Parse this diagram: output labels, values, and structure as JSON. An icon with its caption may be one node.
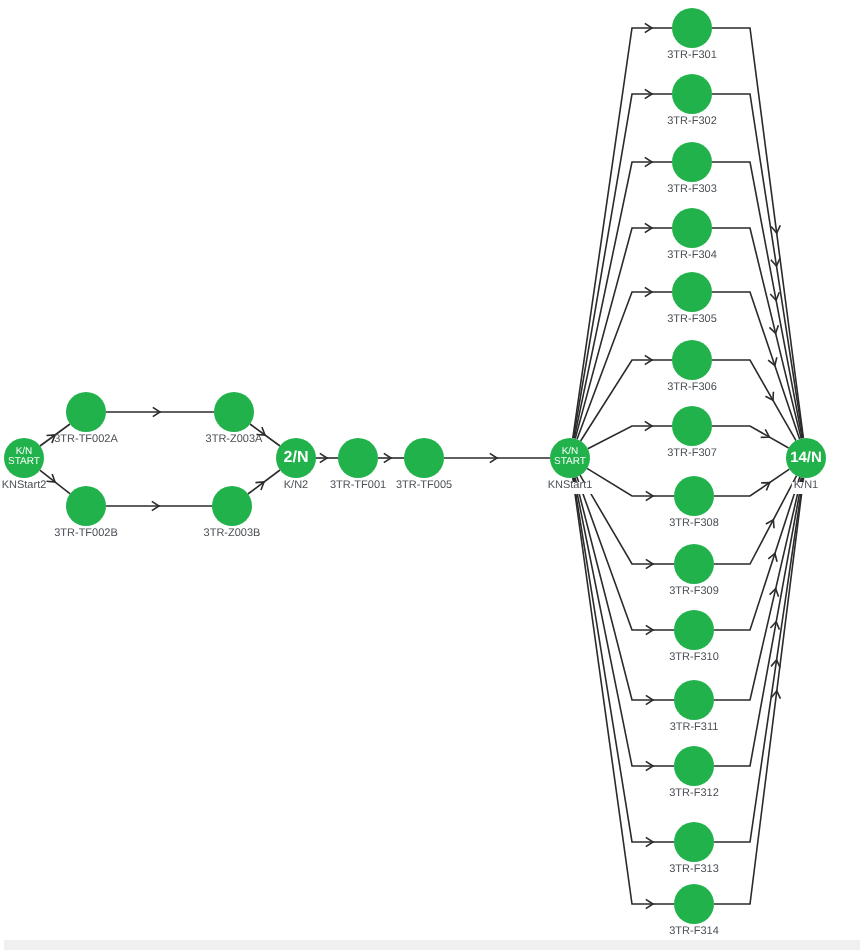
{
  "diagram": {
    "nodes": [
      {
        "text": [
          "K/N START"
        ],
        "beside": [
          "KNStart2"
        ]
      },
      {
        "text": [],
        "shape": "circle",
        "beside": [
          "3TR-TF002A"
        ]
      },
      {
        "text": [],
        "shape": "circle",
        "beside": [
          "3TR-TF002B"
        ]
      },
      {
        "text": [],
        "shape": "circle",
        "beside": [
          "3TR-Z003A"
        ]
      },
      {
        "text": [],
        "shape": "circle",
        "beside": [
          "3TR-Z003B"
        ]
      },
      {
        "text": [
          "2/N"
        ],
        "beside": [
          "K/N2"
        ]
      },
      {
        "text": [],
        "shape": "circle",
        "beside": [
          "3TR-TF001"
        ]
      },
      {
        "text": [],
        "shape": "circle",
        "beside": [
          "3TR-TF005"
        ]
      },
      {
        "text": [
          "K/N START"
        ],
        "beside": [
          "KNStart1"
        ]
      },
      {
        "text": [],
        "shape": "circle",
        "beside": [
          "3TR-F301"
        ]
      },
      {
        "text": [],
        "shape": "circle",
        "beside": [
          "3TR-F302"
        ]
      },
      {
        "text": [],
        "shape": "circle",
        "beside": [
          "3TR-F303"
        ]
      },
      {
        "text": [],
        "shape": "circle",
        "beside": [
          "3TR-F304"
        ]
      },
      {
        "text": [],
        "shape": "circle",
        "beside": [
          "3TR-F305"
        ]
      },
      {
        "text": [],
        "shape": "circle",
        "beside": [
          "3TR-F306"
        ]
      },
      {
        "text": [],
        "shape": "circle",
        "beside": [
          "3TR-F307"
        ]
      },
      {
        "text": [],
        "shape": "circle",
        "beside": [
          "3TR-F308"
        ]
      },
      {
        "text": [],
        "shape": "circle",
        "beside": [
          "3TR-F309"
        ]
      },
      {
        "text": [],
        "shape": "circle",
        "beside": [
          "3TR-F310"
        ]
      },
      {
        "text": [],
        "shape": "circle",
        "beside": [
          "3TR-F311"
        ]
      },
      {
        "text": [],
        "shape": "circle",
        "beside": [
          "3TR-F312"
        ]
      },
      {
        "text": [],
        "shape": "circle",
        "beside": [
          "3TR-F313"
        ]
      },
      {
        "text": [],
        "shape": "circle",
        "beside": [
          "3TR-F314"
        ]
      },
      {
        "text": [
          "14/N"
        ],
        "beside": [
          "K/N1"
        ]
      }
    ],
    "edges": [
      {
        "from": 0,
        "to": 1,
        "arrow": "to"
      },
      {
        "from": 0,
        "to": 2,
        "arrow": "to"
      },
      {
        "from": 1,
        "to": 3,
        "arrow": "to"
      },
      {
        "from": 2,
        "to": 4,
        "arrow": "to"
      },
      {
        "from": 3,
        "to": 5,
        "arrow": "to"
      },
      {
        "from": 4,
        "to": 5,
        "arrow": "to"
      },
      {
        "from": 5,
        "to": 6,
        "arrow": "to"
      },
      {
        "from": 6,
        "to": 7,
        "arrow": "to"
      },
      {
        "from": 7,
        "to": 8,
        "arrow": "to"
      },
      {
        "from": 8,
        "to": 9,
        "arrow": "to"
      },
      {
        "from": 8,
        "to": 10,
        "arrow": "to"
      },
      {
        "from": 8,
        "to": 11,
        "arrow": "to"
      },
      {
        "from": 8,
        "to": 12,
        "arrow": "to"
      },
      {
        "from": 8,
        "to": 13,
        "arrow": "to"
      },
      {
        "from": 8,
        "to": 14,
        "arrow": "to"
      },
      {
        "from": 8,
        "to": 15,
        "arrow": "to"
      },
      {
        "from": 8,
        "to": 16,
        "arrow": "to"
      },
      {
        "from": 8,
        "to": 17,
        "arrow": "to"
      },
      {
        "from": 8,
        "to": 18,
        "arrow": "to"
      },
      {
        "from": 8,
        "to": 19,
        "arrow": "to"
      },
      {
        "from": 8,
        "to": 20,
        "arrow": "to"
      },
      {
        "from": 8,
        "to": 21,
        "arrow": "to"
      },
      {
        "from": 8,
        "to": 22,
        "arrow": "to"
      },
      {
        "from": 9,
        "to": 23,
        "arrow": "to"
      },
      {
        "from": 10,
        "to": 23,
        "arrow": "to"
      },
      {
        "from": 11,
        "to": 23,
        "arrow": "to"
      },
      {
        "from": 12,
        "to": 23,
        "arrow": "to"
      },
      {
        "from": 13,
        "to": 23,
        "arrow": "to"
      },
      {
        "from": 14,
        "to": 23,
        "arrow": "to"
      },
      {
        "from": 15,
        "to": 23,
        "arrow": "to"
      },
      {
        "from": 16,
        "to": 23,
        "arrow": "to"
      },
      {
        "from": 17,
        "to": 23,
        "arrow": "to"
      },
      {
        "from": 18,
        "to": 23,
        "arrow": "to"
      },
      {
        "from": 19,
        "to": 23,
        "arrow": "to"
      },
      {
        "from": 20,
        "to": 23,
        "arrow": "to"
      },
      {
        "from": 21,
        "to": 23,
        "arrow": "to"
      },
      {
        "from": 22,
        "to": 23,
        "arrow": "to"
      }
    ]
  }
}
